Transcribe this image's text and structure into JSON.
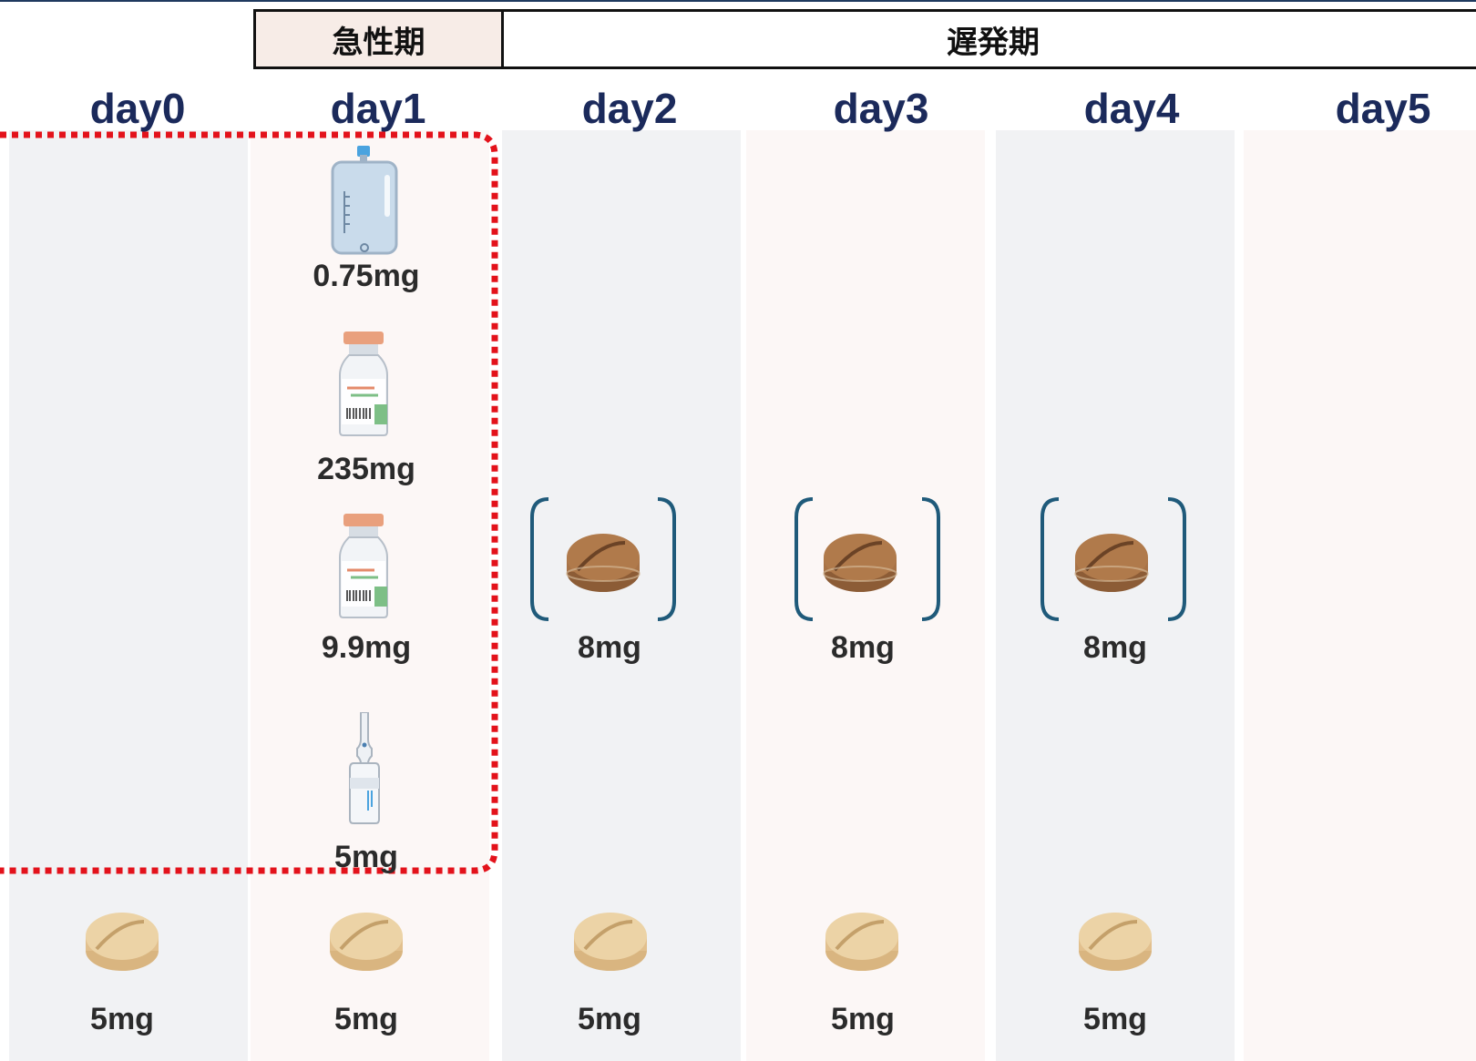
{
  "phases": {
    "acute": "急性期",
    "late": "遅発期"
  },
  "days": [
    "day0",
    "day1",
    "day2",
    "day3",
    "day4",
    "day5"
  ],
  "acute_doses": {
    "iv_bag": "0.75mg",
    "vial_1": "235mg",
    "vial_2": "9.9mg",
    "ampoule": "5mg"
  },
  "late_doses": {
    "day2": "8mg",
    "day3": "8mg",
    "day4": "8mg"
  },
  "daily_doses": {
    "day0": "5mg",
    "day1": "5mg",
    "day2": "5mg",
    "day3": "5mg",
    "day4": "5mg"
  },
  "colors": {
    "acute_box_bg": "#f7ece7",
    "day_label": "#1b2a5b",
    "dotted_border": "#e3121b",
    "bracket": "#1f5a7a",
    "brown_tablet": "#a87347",
    "beige_tablet": "#e9c995"
  },
  "icons": {
    "acute_1": "iv-bag-icon",
    "acute_2": "vial-icon",
    "acute_3": "vial-icon",
    "acute_4": "ampoule-icon",
    "late": "brown-tablet-icon",
    "daily": "beige-tablet-icon"
  }
}
